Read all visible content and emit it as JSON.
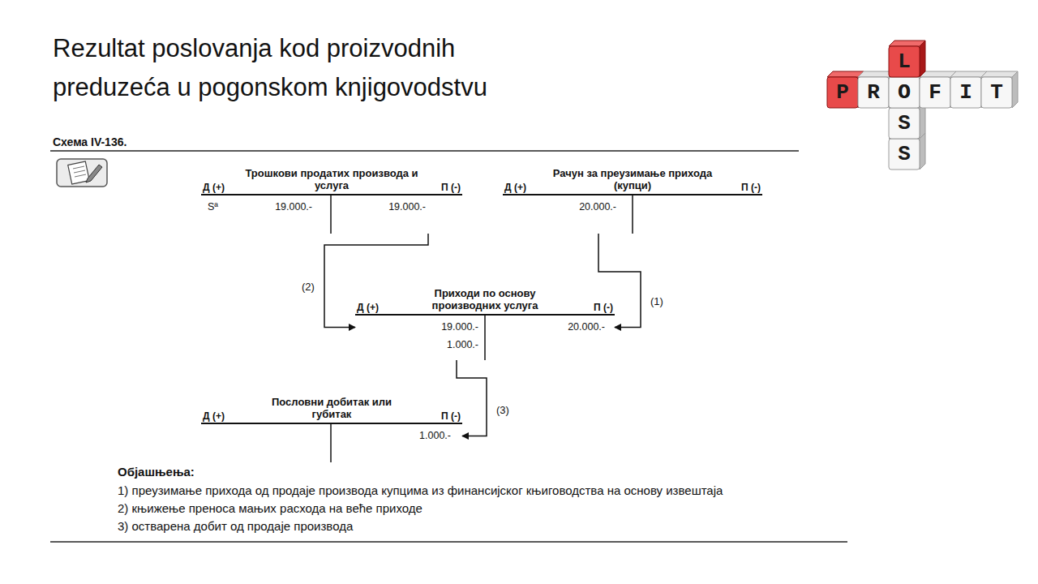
{
  "diagram": {
    "title": "Rezultat poslovanja kod proizvodnih preduzeća u pogonskom knjigovodstvu",
    "nodes": [
      {
        "text": [
          "Трошкови продатих производа и услуга",
          "Д (+)",
          "П (-)",
          "Sª",
          "19.000.-",
          "19.000.-"
        ]
      },
      {
        "text": [
          "Рачун за преузимање прихода (купци)",
          "Д (+)",
          "П (-)",
          "20.000.-"
        ]
      },
      {
        "text": [
          "Приходи по основу производних услуга",
          "Д (+)",
          "П (-)",
          "19.000.-",
          "1.000.-",
          "20.000.-"
        ]
      },
      {
        "text": [
          "Пословни добитак или губитак",
          "Д (+)",
          "П (-)",
          "1.000.-"
        ]
      }
    ],
    "edges": [
      {
        "from": 1,
        "to": 2,
        "arrow": "to",
        "label": "(1)"
      },
      {
        "from": 0,
        "to": 2,
        "arrow": "to",
        "label": "(2)"
      },
      {
        "from": 2,
        "to": 3,
        "arrow": "to",
        "label": "(3)"
      }
    ],
    "labels": [
      "PROFIT",
      "LOSS",
      "Схема IV-136.",
      "Објашњења:",
      "1) преузимање прихода од продаје производа купцима из финансијског књиговодства на основу извештаја",
      "2) књижење преноса мањих расхода на веће приходе",
      "3) остварена добит од продаје производа"
    ]
  }
}
